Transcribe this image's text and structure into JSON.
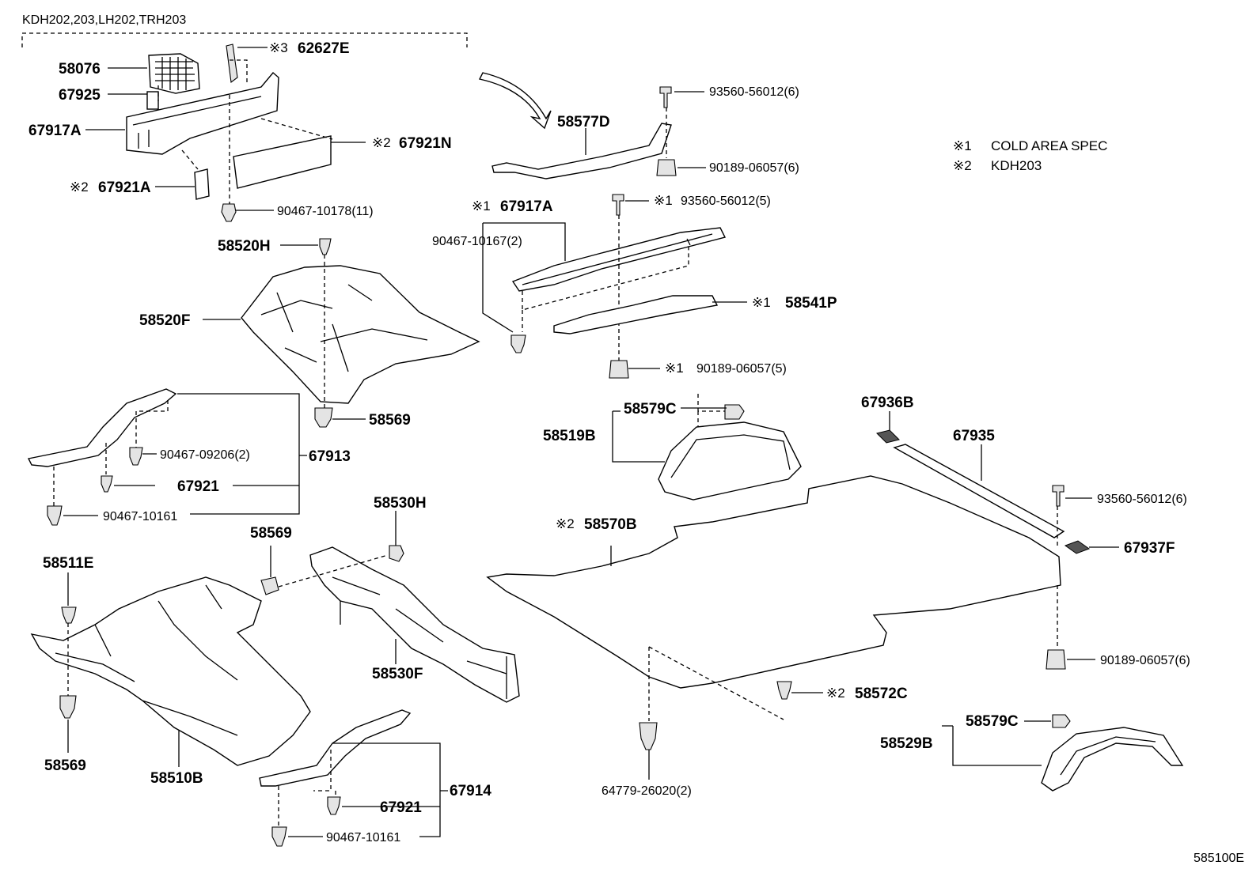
{
  "header": {
    "models": "KDH202,203,LH202,TRH203"
  },
  "notes": [
    {
      "mark": "※1",
      "text": "COLD AREA SPEC"
    },
    {
      "mark": "※2",
      "text": "KDH203"
    }
  ],
  "figure_id": "585100E",
  "callouts": {
    "p58076": "58076",
    "p67925": "67925",
    "p67917A_top": "67917A",
    "p62627E": "62627E",
    "p67921N": "67921N",
    "p67921A": "67921A",
    "p90467_10178": "90467-10178(11)",
    "p58520H": "58520H",
    "p58520F": "58520F",
    "p58569_a": "58569",
    "p90467_09206": "90467-09206(2)",
    "p67913": "67913",
    "p67921_a": "67921",
    "p90467_10161_a": "90467-10161",
    "p58577D": "58577D",
    "p93560_56012_6a": "93560-56012(6)",
    "p90189_06057_6a": "90189-06057(6)",
    "p67917A_mid": "67917A",
    "p93560_56012_5": "93560-56012(5)",
    "p90467_10167": "90467-10167(2)",
    "p58541P": "58541P",
    "p90189_06057_5": "90189-06057(5)",
    "p58579C_a": "58579C",
    "p58519B": "58519B",
    "p67936B": "67936B",
    "p67935": "67935",
    "p93560_56012_6b": "93560-56012(6)",
    "p67937F": "67937F",
    "p58570B": "58570B",
    "p58530H": "58530H",
    "p58569_b": "58569",
    "p58511E": "58511E",
    "p58530F": "58530F",
    "p58569_c": "58569",
    "p58510B": "58510B",
    "p67914": "67914",
    "p67921_b": "67921",
    "p90467_10161_b": "90467-10161",
    "p64779_26020": "64779-26020(2)",
    "p58572C": "58572C",
    "p90189_06057_6b": "90189-06057(6)",
    "p58579C_b": "58579C",
    "p58529B": "58529B"
  },
  "marks": {
    "m1": "※1",
    "m2": "※2",
    "m3": "※3"
  }
}
